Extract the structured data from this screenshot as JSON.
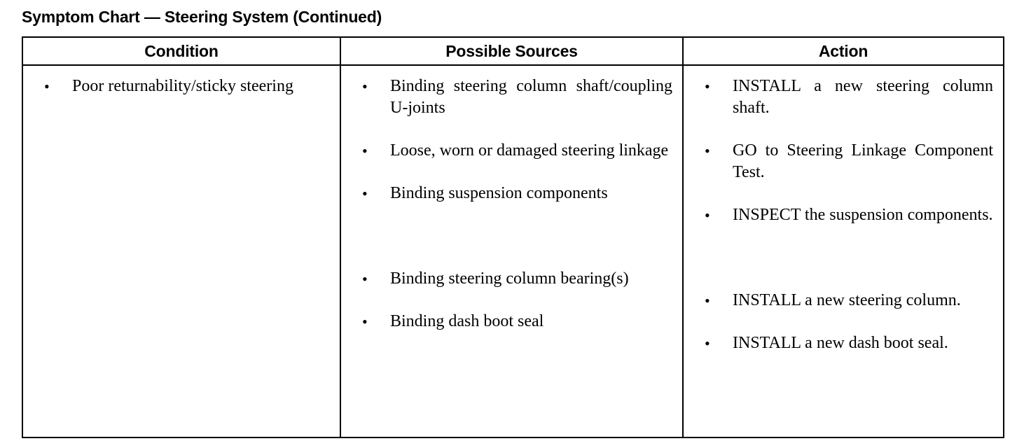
{
  "document": {
    "title": "Symptom Chart — Steering System (Continued)"
  },
  "table": {
    "headers": {
      "condition": "Condition",
      "possible_sources": "Possible Sources",
      "action": "Action"
    },
    "columns": [
      {
        "key": "condition",
        "header": "Condition",
        "items": [
          {
            "type": "bullet",
            "text": "Poor returnability/sticky steering"
          }
        ]
      },
      {
        "key": "possible_sources",
        "header": "Possible Sources",
        "items": [
          {
            "type": "bullet",
            "text": "Binding steering column shaft/coupling U-joints"
          },
          {
            "type": "bullet",
            "text": "Loose, worn or damaged steering linkage"
          },
          {
            "type": "bullet",
            "text": "Binding suspension components"
          },
          {
            "type": "spacer",
            "text": ""
          },
          {
            "type": "bullet",
            "text": "Binding steering column bearing(s)"
          },
          {
            "type": "bullet",
            "text": "Binding dash boot seal"
          }
        ]
      },
      {
        "key": "action",
        "header": "Action",
        "items": [
          {
            "type": "bullet",
            "text": "INSTALL a new steering column shaft."
          },
          {
            "type": "bullet",
            "text": "GO to Steering Linkage Component Test."
          },
          {
            "type": "bullet",
            "text": "INSPECT the suspension components."
          },
          {
            "type": "spacer",
            "text": ""
          },
          {
            "type": "bullet",
            "text": "INSTALL a new steering column."
          },
          {
            "type": "bullet",
            "text": "INSTALL a new dash boot seal."
          }
        ]
      }
    ]
  },
  "colors": {
    "text": "#000000",
    "background": "#ffffff",
    "border": "#000000"
  }
}
